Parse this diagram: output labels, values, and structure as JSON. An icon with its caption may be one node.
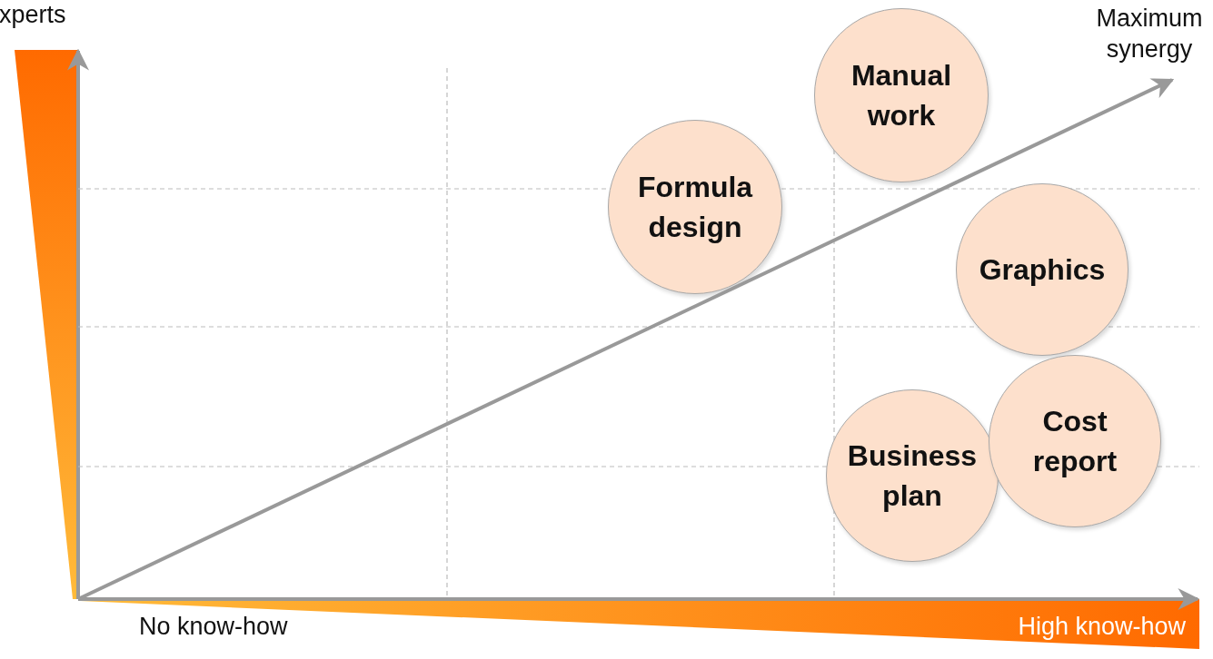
{
  "diagram": {
    "nodes": [
      {
        "text": [
          "Manual work"
        ]
      },
      {
        "text": [
          "Formula design"
        ]
      },
      {
        "text": [
          "Graphics"
        ]
      },
      {
        "text": [
          "Business plan"
        ]
      },
      {
        "text": [
          "Cost report"
        ]
      }
    ],
    "labels": [
      "xperts",
      "Maximum synergy",
      "No know-how",
      "High know-how"
    ]
  }
}
